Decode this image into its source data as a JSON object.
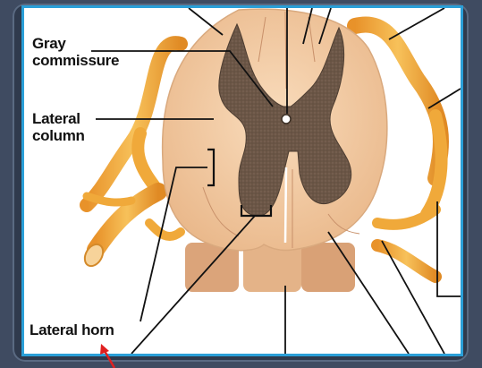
{
  "labels": {
    "gray_commissure": [
      "Gray",
      "commissure"
    ],
    "lateral_column": [
      "Lateral",
      "column"
    ],
    "lateral_horn": "Lateral horn"
  },
  "colors": {
    "border": "#2a9fd8",
    "white_matter": "#f4cda6",
    "gray_matter": "#6e5a4a",
    "nerve": "#f0a93a",
    "pointer": "#e02020"
  }
}
